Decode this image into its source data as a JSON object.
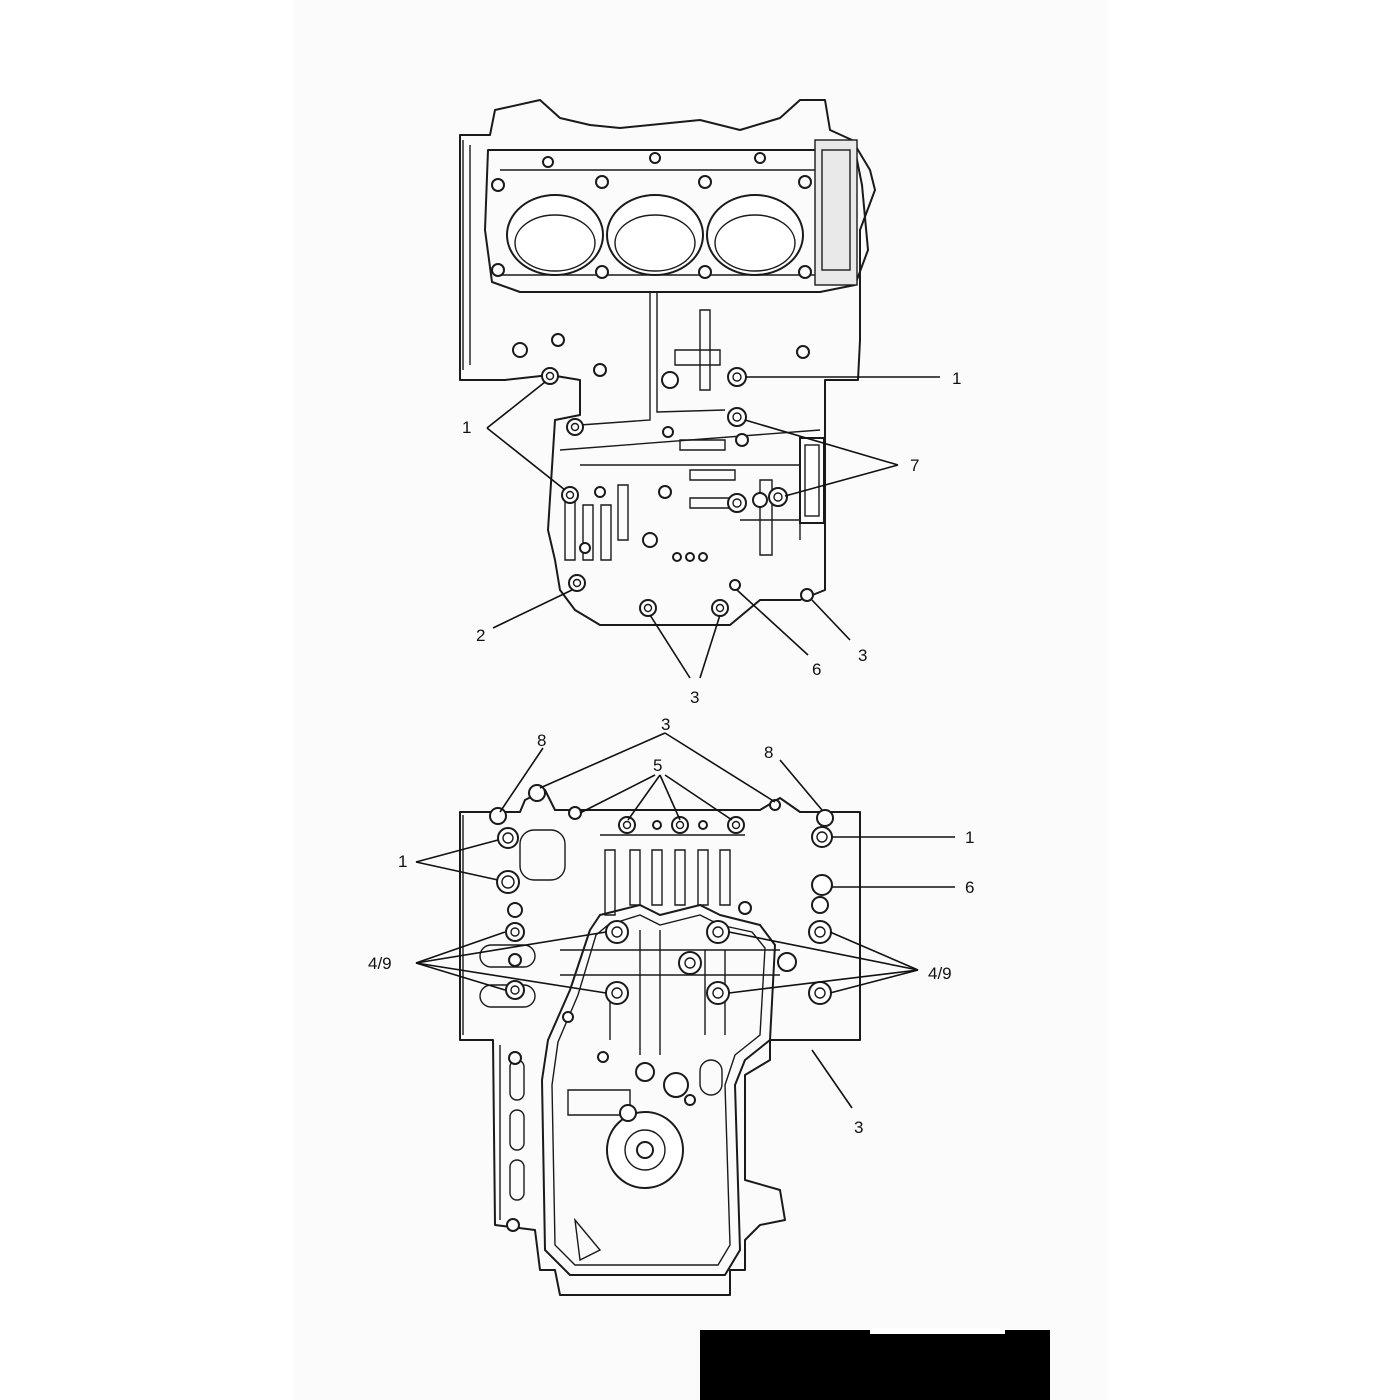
{
  "callouts": {
    "upper": {
      "c1_right": "1",
      "c1_left": "1",
      "c7": "7",
      "c2": "2",
      "c6": "6",
      "c3_right": "3",
      "c3_bottom": "3"
    },
    "lower": {
      "c3_top": "3",
      "c8_left": "8",
      "c5": "5",
      "c8_right": "8",
      "c1_right": "1",
      "c1_left": "1",
      "c6": "6",
      "c49_left": "4/9",
      "c49_right": "4/9",
      "c3_bottom": "3"
    }
  }
}
